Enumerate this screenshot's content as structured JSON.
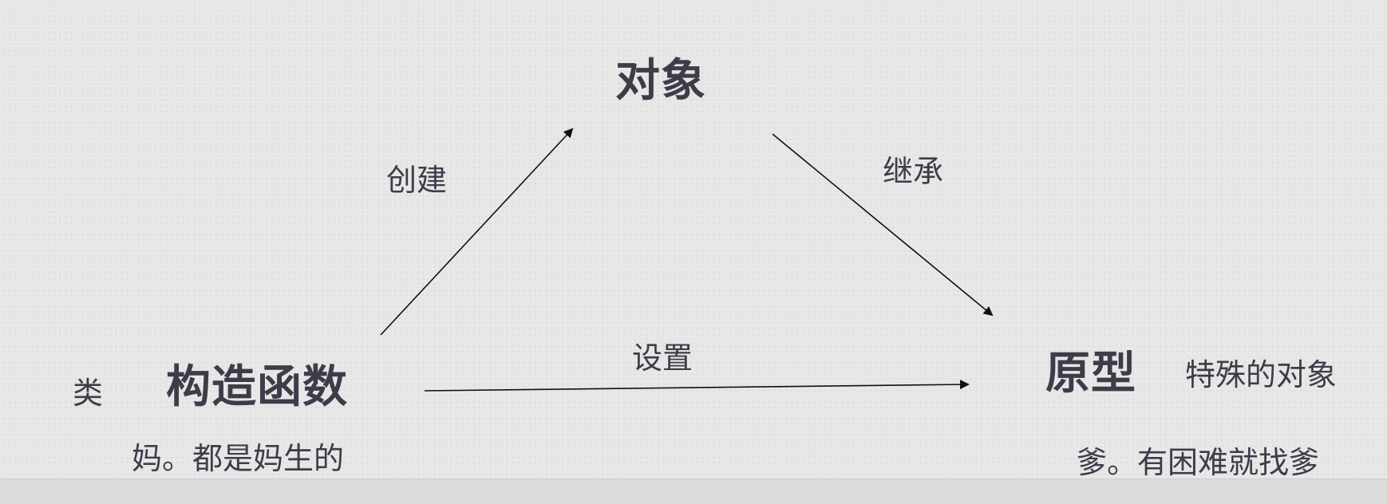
{
  "nodes": {
    "object": "对象",
    "constructor": "构造函数",
    "prototype": "原型"
  },
  "edges": {
    "create": "创建",
    "inherit": "继承",
    "set": "设置"
  },
  "notes": {
    "class": "类",
    "special_object": "特殊的对象",
    "mom": "妈。都是妈生的",
    "dad": "爹。有困难就找爹"
  },
  "colors": {
    "text": "#3d3d4a",
    "arrow": "#111111",
    "background": "#e6e6e6"
  }
}
